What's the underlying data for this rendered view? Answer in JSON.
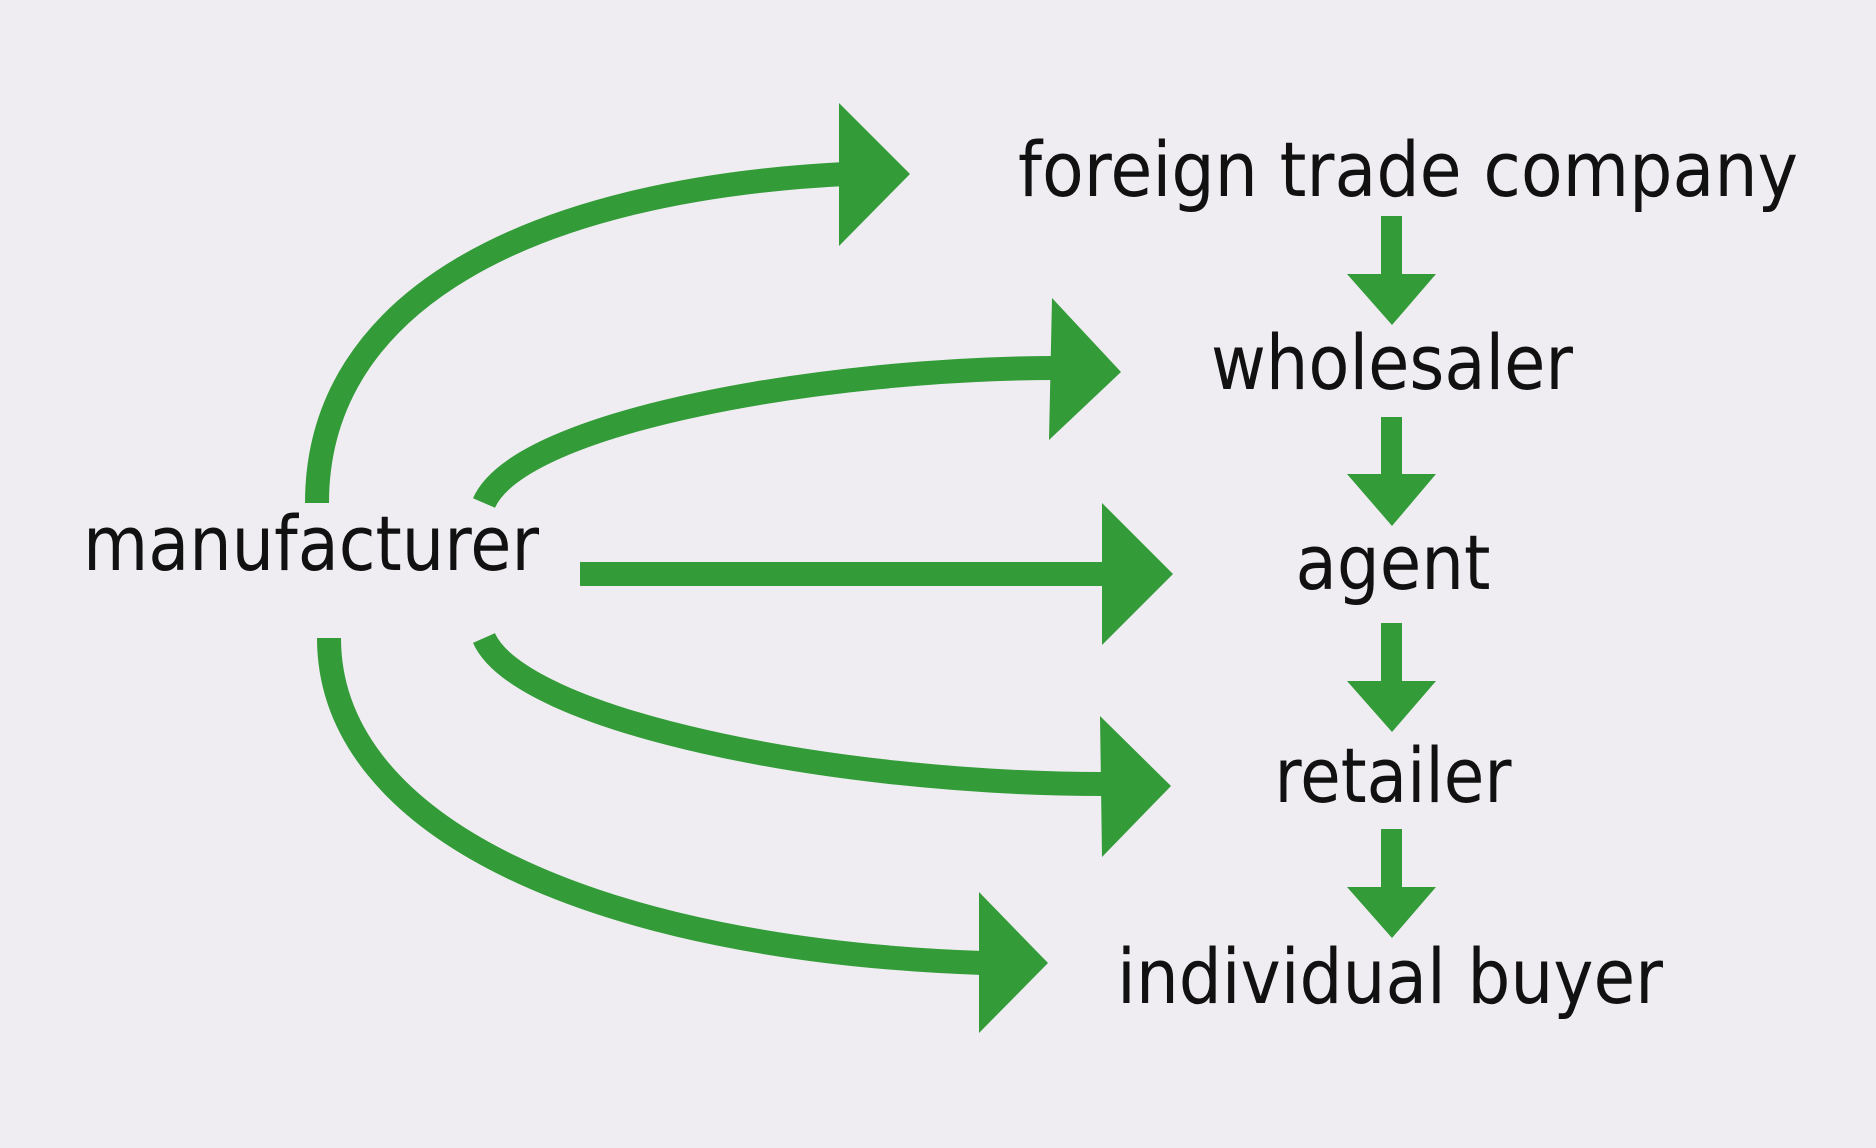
{
  "diagram": {
    "arrow_color": "#339c38",
    "background_color": "#efedf2",
    "text_color": "#111111",
    "source": "manufacturer",
    "nodes": {
      "foreign_trade_company": "foreign trade company",
      "wholesaler": "wholesaler",
      "agent": "agent",
      "retailer": "retailer",
      "individual_buyer": "individual buyer"
    },
    "edges": [
      {
        "from": "manufacturer",
        "to": "foreign trade company"
      },
      {
        "from": "manufacturer",
        "to": "wholesaler"
      },
      {
        "from": "manufacturer",
        "to": "agent"
      },
      {
        "from": "manufacturer",
        "to": "retailer"
      },
      {
        "from": "manufacturer",
        "to": "individual buyer"
      },
      {
        "from": "foreign trade company",
        "to": "wholesaler"
      },
      {
        "from": "wholesaler",
        "to": "agent"
      },
      {
        "from": "agent",
        "to": "retailer"
      },
      {
        "from": "retailer",
        "to": "individual buyer"
      }
    ]
  }
}
